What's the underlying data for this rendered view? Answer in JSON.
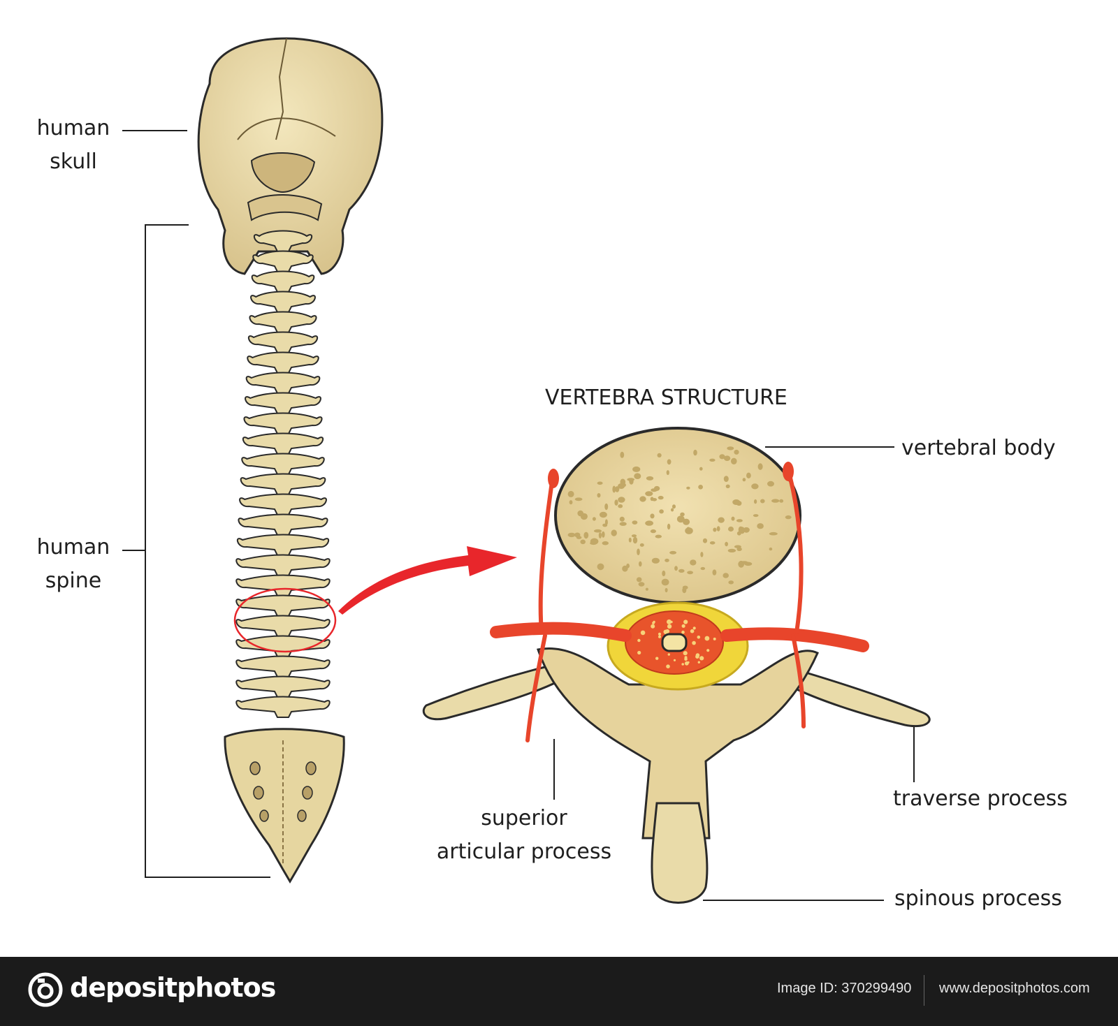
{
  "labels": {
    "skull": [
      "human",
      "skull"
    ],
    "spine": [
      "human",
      "spine"
    ],
    "vertebra_title": "VERTEBRA STRUCTURE",
    "vertebral_body": "vertebral body",
    "superior_articular": [
      "superior",
      "articular process"
    ],
    "traverse_process": "traverse process",
    "spinous_process": "spinous process"
  },
  "footer": {
    "brand": "depositphotos",
    "image_id": "Image ID: 370299490",
    "url": "www.depositphotos.com"
  },
  "colors": {
    "bone": "#e9dba9",
    "bone_dark": "#c9b27a",
    "outline": "#2a2a2a",
    "nerve": "#e8452b",
    "cord_ring": "#f0d63a",
    "arrow": "#e8262b",
    "footer_bg": "#1b1b1b"
  },
  "icons": [
    "camera-logo-icon"
  ]
}
